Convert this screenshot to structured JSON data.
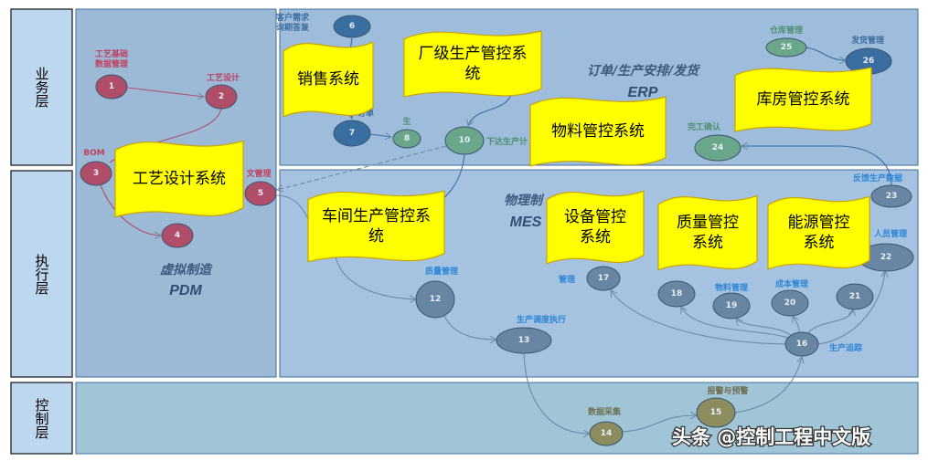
{
  "layers": [
    {
      "id": "business",
      "label": "业务层"
    },
    {
      "id": "execution",
      "label": "执行层"
    },
    {
      "id": "control",
      "label": "控制层"
    }
  ],
  "panels": {
    "pdm": {
      "title": "虚拟制造",
      "subtitle": "PDM"
    },
    "erp": {
      "title": "订单/生产安排/发货",
      "subtitle": "ERP"
    },
    "mes": {
      "title": "物理制",
      "subtitle": "MES"
    }
  },
  "colors": {
    "pdm_node": "#b04e6a",
    "erp_node": "#3a6ea0",
    "erp_green": "#6aa689",
    "mes_node": "#6886a3",
    "ctrl_node": "#8d8c5e",
    "banner": "#ffff00"
  },
  "nodes": [
    {
      "id": "1",
      "label": "工艺基础\n数据管理",
      "group": "pdm"
    },
    {
      "id": "2",
      "label": "工艺设计",
      "group": "pdm"
    },
    {
      "id": "3",
      "label": "BOM",
      "group": "pdm"
    },
    {
      "id": "4",
      "label": "",
      "group": "pdm"
    },
    {
      "id": "5",
      "label": "文管理",
      "group": "pdm"
    },
    {
      "id": "6",
      "label": "客户需求\n询期答复",
      "group": "erp"
    },
    {
      "id": "7",
      "label": "订单",
      "group": "erp"
    },
    {
      "id": "8",
      "label": "生",
      "group": "erp_green"
    },
    {
      "id": "10",
      "label": "下达生产计",
      "group": "erp_green"
    },
    {
      "id": "24",
      "label": "完工确认",
      "group": "erp_green"
    },
    {
      "id": "25",
      "label": "仓库管理",
      "group": "erp_green"
    },
    {
      "id": "26",
      "label": "发货管理",
      "group": "erp"
    },
    {
      "id": "23",
      "label": "反馈生产数据",
      "group": "mes"
    },
    {
      "id": "17",
      "label": "管理",
      "group": "mes"
    },
    {
      "id": "18",
      "label": "",
      "group": "mes"
    },
    {
      "id": "19",
      "label": "物料管理",
      "group": "mes"
    },
    {
      "id": "20",
      "label": "成本管理",
      "group": "mes"
    },
    {
      "id": "21",
      "label": "",
      "group": "mes"
    },
    {
      "id": "22",
      "label": "人员管理",
      "group": "mes"
    },
    {
      "id": "12",
      "label": "质量管理",
      "group": "mes"
    },
    {
      "id": "13",
      "label": "生产调度执行",
      "group": "mes"
    },
    {
      "id": "16",
      "label": "生产追踪",
      "group": "mes"
    },
    {
      "id": "14",
      "label": "数据采集",
      "group": "ctrl"
    },
    {
      "id": "15",
      "label": "报警与预警",
      "group": "ctrl"
    }
  ],
  "banners": [
    {
      "id": "sales",
      "lines": [
        "销售系统"
      ]
    },
    {
      "id": "plant",
      "lines": [
        "厂级生产管控系",
        "统"
      ]
    },
    {
      "id": "material",
      "lines": [
        "物料管控系统"
      ]
    },
    {
      "id": "warehouse",
      "lines": [
        "库房管控系统"
      ]
    },
    {
      "id": "process",
      "lines": [
        "工艺设计系统"
      ]
    },
    {
      "id": "workshop",
      "lines": [
        "车间生产管控系",
        "统"
      ]
    },
    {
      "id": "equipment",
      "lines": [
        "设备管控",
        "系统"
      ]
    },
    {
      "id": "quality",
      "lines": [
        "质量管控",
        "系统"
      ]
    },
    {
      "id": "energy",
      "lines": [
        "能源管控",
        "系统"
      ]
    }
  ],
  "watermark": "头条 @控制工程中文版"
}
